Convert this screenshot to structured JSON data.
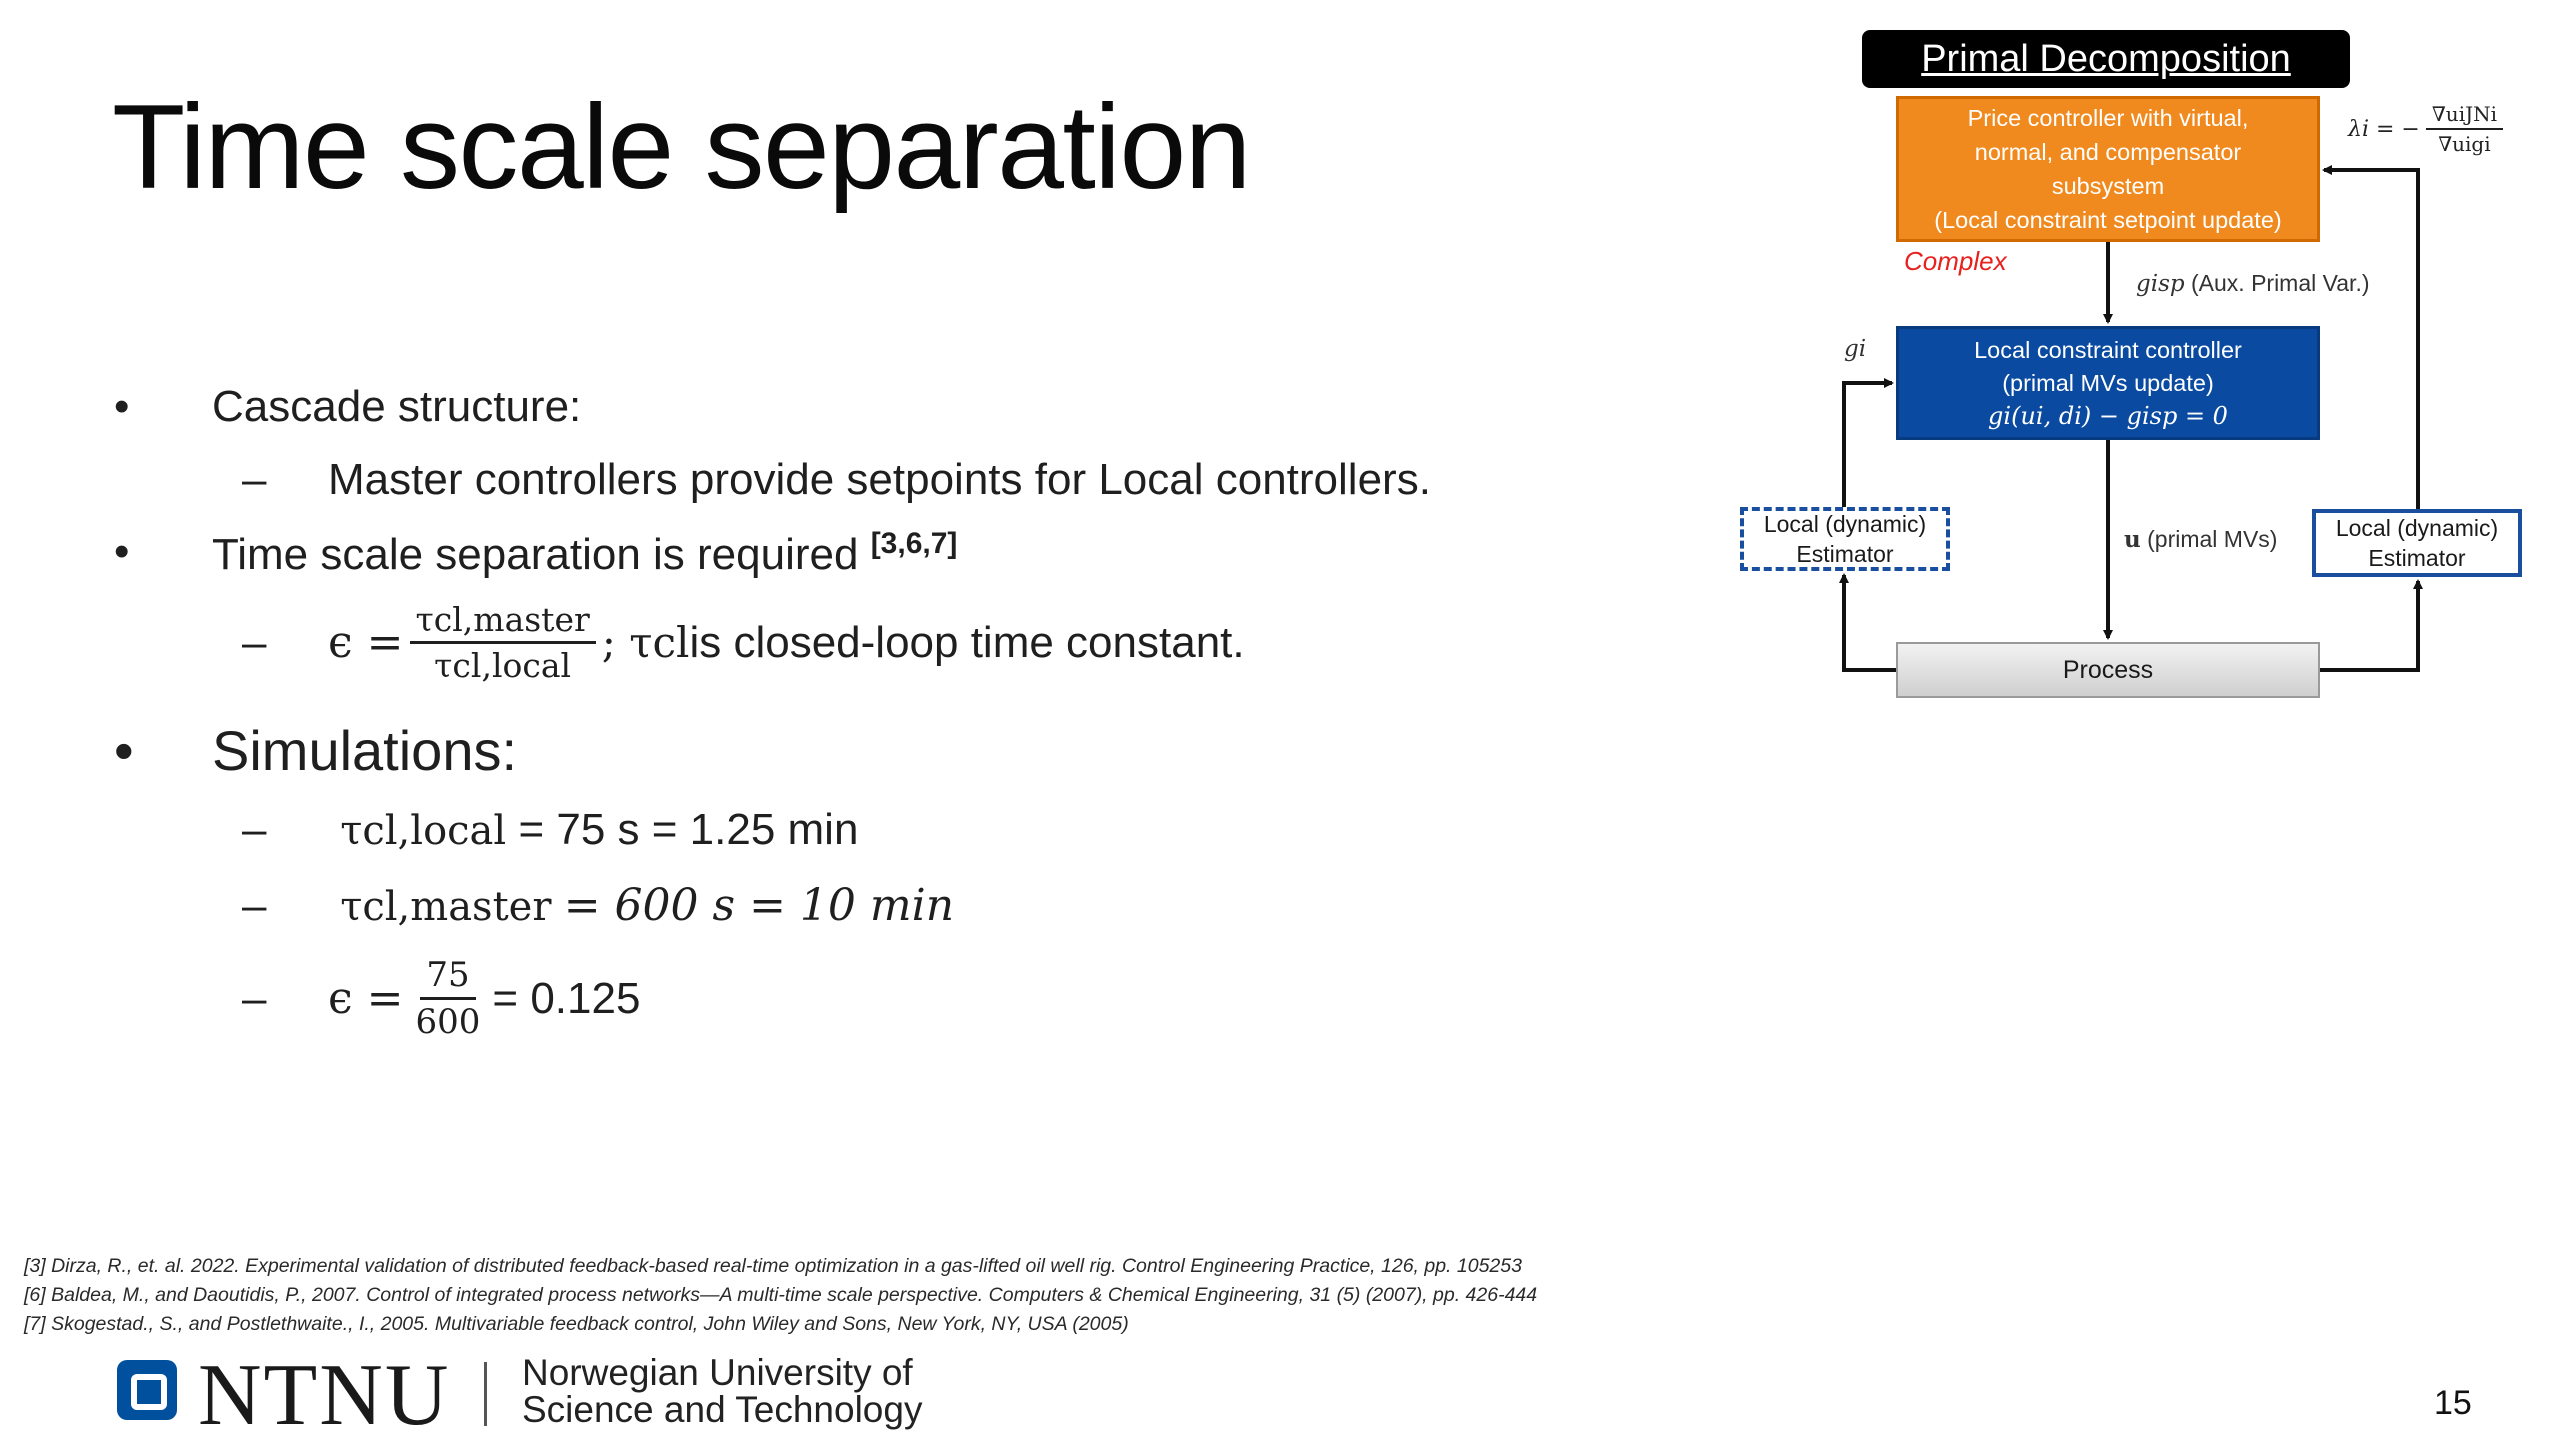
{
  "slide": {
    "title": "Time scale separation",
    "page_number": "15"
  },
  "bullets": {
    "b1": "Cascade structure:",
    "b1_sub": "Master controllers provide setpoints for Local controllers.",
    "b2": "Time scale separation is required",
    "b2_ref": "[3,6,7]",
    "b2_sub": {
      "lhs": "ϵ =",
      "num": "τcl,master",
      "den": "τcl,local",
      "tail_var": "; τcl",
      "tail_text": " is closed-loop time constant."
    },
    "b3": "Simulations:",
    "b3_sub1": {
      "var": "τcl,local",
      "text": " = 75 s = 1.25 min"
    },
    "b3_sub2": {
      "var": "τcl,master",
      "text": " = 600 s = 10 min"
    },
    "b3_sub3": {
      "lhs": "ϵ =",
      "num": "75",
      "den": "600",
      "text": " = 0.125"
    },
    "bullet_mark": "•",
    "dash_mark": "–"
  },
  "references": [
    "[3] Dirza, R., et. al. 2022. Experimental validation of distributed feedback-based real-time optimization in a gas-lifted oil well rig. Control Engineering Practice, 126, pp. 105253",
    "[6] Baldea, M., and Daoutidis, P., 2007. Control of integrated process networks—A multi-time scale perspective. Computers & Chemical Engineering, 31 (5) (2007), pp. 426-444",
    "[7] Skogestad., S., and Postlethwaite., I., 2005. Multivariable feedback control, John Wiley and Sons, New York, NY, USA (2005)"
  ],
  "footer": {
    "logo_text": "NTNU",
    "university_line1": "Norwegian University of",
    "university_line2": "Science and Technology"
  },
  "diagram": {
    "header": "Primal Decomposition",
    "price_controller": [
      "Price controller with virtual,",
      "normal, and compensator",
      "subsystem",
      "(Local constraint setpoint update)"
    ],
    "complex_label": "Complex",
    "lambda_label": "λi = −",
    "lambda_num": "∇uiJNi",
    "lambda_den": "∇uigi",
    "gsp_label": "gisp",
    "gsp_text": "(Aux. Primal Var.)",
    "gi_label": "gi",
    "local_constraint": [
      "Local constraint controller",
      "(primal MVs update)",
      "gi(ui, di) − gisp = 0"
    ],
    "u_label": "u",
    "u_text": "(primal MVs)",
    "estimator_left": [
      "Local (dynamic)",
      "Estimator"
    ],
    "estimator_right": [
      "Local (dynamic)",
      "Estimator"
    ],
    "process": "Process",
    "colors": {
      "orange": "#f08a1e",
      "blue": "#0a4aa0",
      "complex_red": "#e8201e",
      "ntnu_blue": "#00509e"
    }
  }
}
